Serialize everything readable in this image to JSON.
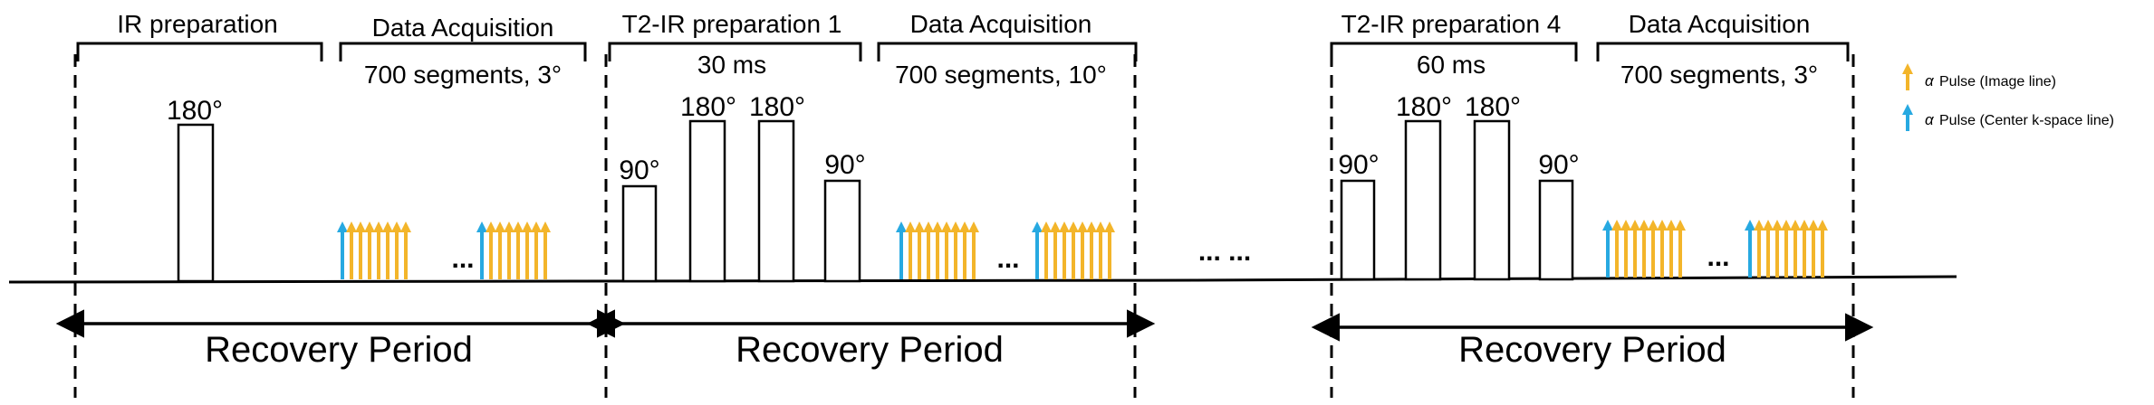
{
  "colors": {
    "image_line": "#F3B52A",
    "center_line": "#27A9E1",
    "stroke": "#000000"
  },
  "sections": [
    {
      "prep_label": "IR preparation",
      "prep_sub": "",
      "acq_label": "Data Acquisition",
      "acq_sub": "700 segments, 3°",
      "recovery": "Recovery Period",
      "pulses": [
        "180°"
      ],
      "ellipsis": "..."
    },
    {
      "prep_label": "T2-IR preparation 1",
      "prep_sub": "30 ms",
      "acq_label": "Data Acquisition",
      "acq_sub": "700 segments, 10°",
      "recovery": "Recovery Period",
      "pulses": [
        "90°",
        "180°",
        "180°",
        "90°"
      ],
      "ellipsis": "..."
    },
    {
      "prep_label": "T2-IR preparation 4",
      "prep_sub": "60 ms",
      "acq_label": "Data Acquisition",
      "acq_sub": "700 segments, 3°",
      "recovery": "Recovery Period",
      "pulses": [
        "90°",
        "180°",
        "180°",
        "90°"
      ],
      "ellipsis": "..."
    }
  ],
  "between_ellipsis": "... ...",
  "legend": {
    "image_line": {
      "symbol": "α",
      "text": "Pulse (Image line)",
      "icon": "yellow-up-arrow"
    },
    "center_line": {
      "symbol": "α",
      "text": "Pulse (Center k-space line)",
      "icon": "blue-up-arrow"
    }
  }
}
